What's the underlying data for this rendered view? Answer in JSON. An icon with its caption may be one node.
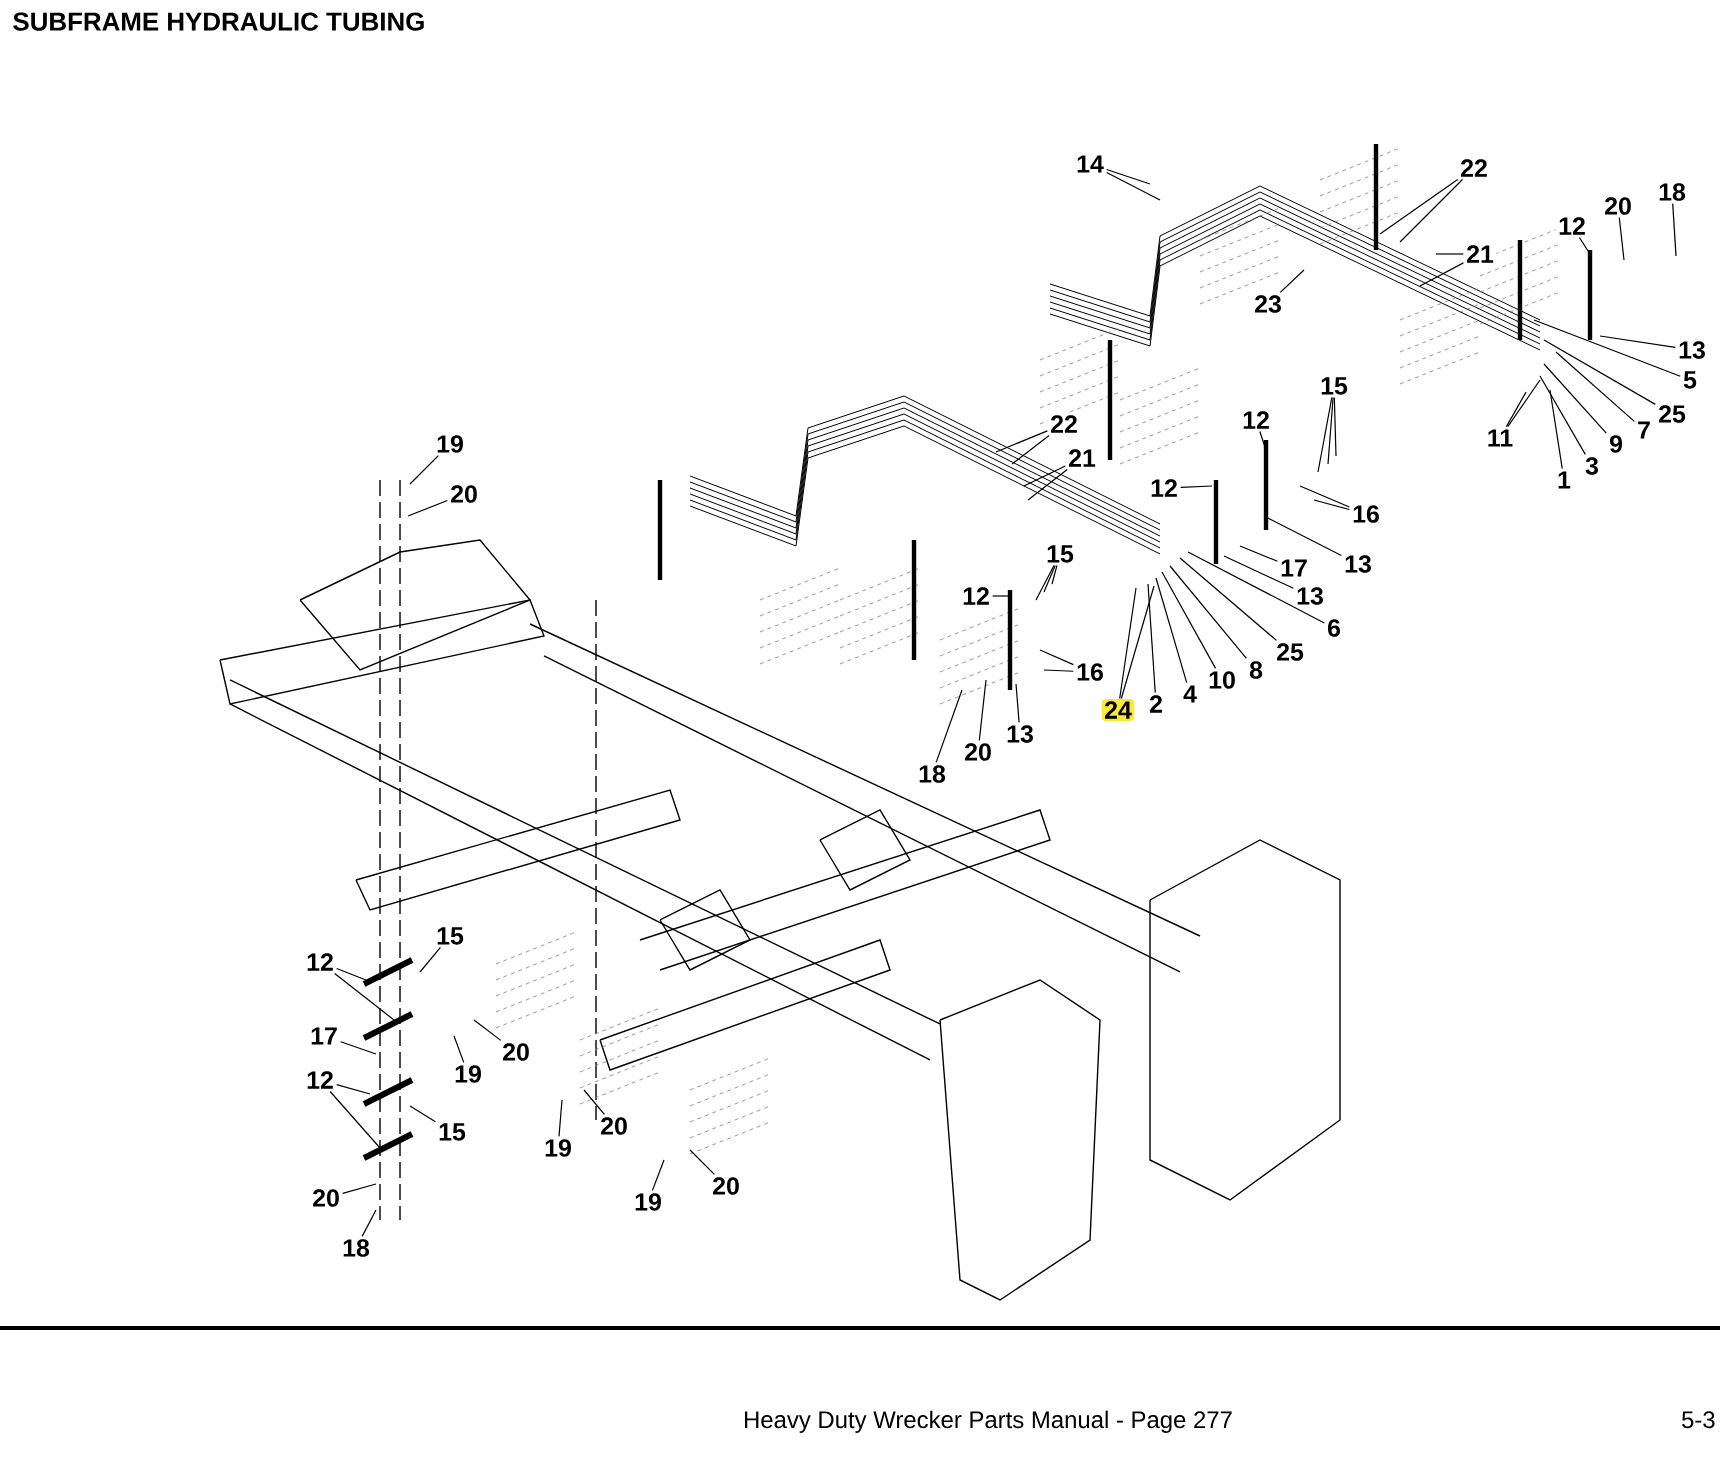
{
  "diagram": {
    "title": "SUBFRAME HYDRAULIC TUBING",
    "nodes": [
      {
        "text": [
          "14"
        ]
      },
      {
        "text": [
          "22"
        ]
      },
      {
        "text": [
          "18"
        ]
      },
      {
        "text": [
          "20"
        ]
      },
      {
        "text": [
          "12"
        ]
      },
      {
        "text": [
          "21"
        ]
      },
      {
        "text": [
          "23"
        ]
      },
      {
        "text": [
          "13"
        ]
      },
      {
        "text": [
          "5"
        ]
      },
      {
        "text": [
          "15"
        ]
      },
      {
        "text": [
          "25"
        ]
      },
      {
        "text": [
          "12"
        ]
      },
      {
        "text": [
          "22"
        ]
      },
      {
        "text": [
          "7"
        ]
      },
      {
        "text": [
          "11"
        ]
      },
      {
        "text": [
          "9"
        ]
      },
      {
        "text": [
          "21"
        ]
      },
      {
        "text": [
          "3"
        ]
      },
      {
        "text": [
          "1"
        ]
      },
      {
        "text": [
          "12"
        ]
      },
      {
        "text": [
          "16"
        ]
      },
      {
        "text": [
          "19"
        ]
      },
      {
        "text": [
          "20"
        ]
      },
      {
        "text": [
          "15"
        ]
      },
      {
        "text": [
          "17"
        ]
      },
      {
        "text": [
          "13"
        ]
      },
      {
        "text": [
          "12"
        ]
      },
      {
        "text": [
          "13"
        ]
      },
      {
        "text": [
          "6"
        ]
      },
      {
        "text": [
          "25"
        ]
      },
      {
        "text": [
          "16"
        ]
      },
      {
        "text": [
          "8"
        ]
      },
      {
        "text": [
          "10"
        ]
      },
      {
        "text": [
          "4"
        ]
      },
      {
        "text": [
          "2"
        ]
      },
      {
        "text": [
          "24"
        ]
      },
      {
        "text": [
          "13"
        ]
      },
      {
        "text": [
          "20"
        ]
      },
      {
        "text": [
          "18"
        ]
      },
      {
        "text": [
          "15"
        ]
      },
      {
        "text": [
          "12"
        ]
      },
      {
        "text": [
          "17"
        ]
      },
      {
        "text": [
          "20"
        ]
      },
      {
        "text": [
          "19"
        ]
      },
      {
        "text": [
          "12"
        ]
      },
      {
        "text": [
          "20"
        ]
      },
      {
        "text": [
          "15"
        ]
      },
      {
        "text": [
          "19"
        ]
      },
      {
        "text": [
          "20"
        ]
      },
      {
        "text": [
          "20"
        ]
      },
      {
        "text": [
          "19"
        ]
      },
      {
        "text": [
          "18"
        ]
      }
    ],
    "edges": [
      {
        "from": 0,
        "to": null,
        "arrow": "none"
      },
      {
        "from": 0,
        "to": null,
        "arrow": "none"
      },
      {
        "from": 1,
        "to": null,
        "arrow": "none"
      },
      {
        "from": 1,
        "to": null,
        "arrow": "none"
      },
      {
        "from": 2,
        "to": null,
        "arrow": "none"
      },
      {
        "from": 3,
        "to": null,
        "arrow": "none"
      },
      {
        "from": 4,
        "to": null,
        "arrow": "none"
      },
      {
        "from": 5,
        "to": null,
        "arrow": "none"
      },
      {
        "from": 5,
        "to": null,
        "arrow": "none"
      },
      {
        "from": 6,
        "to": null,
        "arrow": "none"
      },
      {
        "from": 7,
        "to": null,
        "arrow": "none"
      },
      {
        "from": 8,
        "to": null,
        "arrow": "none"
      },
      {
        "from": 9,
        "to": null,
        "arrow": "none"
      },
      {
        "from": 9,
        "to": null,
        "arrow": "none"
      },
      {
        "from": 9,
        "to": null,
        "arrow": "none"
      },
      {
        "from": 10,
        "to": null,
        "arrow": "none"
      },
      {
        "from": 11,
        "to": null,
        "arrow": "none"
      },
      {
        "from": 12,
        "to": null,
        "arrow": "none"
      },
      {
        "from": 12,
        "to": null,
        "arrow": "none"
      },
      {
        "from": 13,
        "to": null,
        "arrow": "none"
      },
      {
        "from": 14,
        "to": null,
        "arrow": "none"
      },
      {
        "from": 14,
        "to": null,
        "arrow": "none"
      },
      {
        "from": 15,
        "to": null,
        "arrow": "none"
      },
      {
        "from": 16,
        "to": null,
        "arrow": "none"
      },
      {
        "from": 16,
        "to": null,
        "arrow": "none"
      },
      {
        "from": 17,
        "to": null,
        "arrow": "none"
      },
      {
        "from": 18,
        "to": null,
        "arrow": "none"
      },
      {
        "from": 19,
        "to": null,
        "arrow": "none"
      },
      {
        "from": 20,
        "to": null,
        "arrow": "none"
      },
      {
        "from": 20,
        "to": null,
        "arrow": "none"
      },
      {
        "from": 21,
        "to": null,
        "arrow": "none"
      },
      {
        "from": 22,
        "to": null,
        "arrow": "none"
      },
      {
        "from": 23,
        "to": null,
        "arrow": "none"
      },
      {
        "from": 23,
        "to": null,
        "arrow": "none"
      },
      {
        "from": 23,
        "to": null,
        "arrow": "none"
      },
      {
        "from": 24,
        "to": null,
        "arrow": "none"
      },
      {
        "from": 25,
        "to": null,
        "arrow": "none"
      },
      {
        "from": 26,
        "to": null,
        "arrow": "none"
      },
      {
        "from": 27,
        "to": null,
        "arrow": "none"
      },
      {
        "from": 28,
        "to": null,
        "arrow": "none"
      },
      {
        "from": 29,
        "to": null,
        "arrow": "none"
      },
      {
        "from": 30,
        "to": null,
        "arrow": "none"
      },
      {
        "from": 30,
        "to": null,
        "arrow": "none"
      },
      {
        "from": 31,
        "to": null,
        "arrow": "none"
      },
      {
        "from": 32,
        "to": null,
        "arrow": "none"
      },
      {
        "from": 33,
        "to": null,
        "arrow": "none"
      },
      {
        "from": 34,
        "to": null,
        "arrow": "none"
      },
      {
        "from": 35,
        "to": null,
        "arrow": "none"
      },
      {
        "from": 35,
        "to": null,
        "arrow": "none"
      },
      {
        "from": 36,
        "to": null,
        "arrow": "none"
      },
      {
        "from": 37,
        "to": null,
        "arrow": "none"
      },
      {
        "from": 38,
        "to": null,
        "arrow": "none"
      },
      {
        "from": 39,
        "to": null,
        "arrow": "none"
      },
      {
        "from": 40,
        "to": null,
        "arrow": "none"
      },
      {
        "from": 40,
        "to": null,
        "arrow": "none"
      },
      {
        "from": 41,
        "to": null,
        "arrow": "none"
      },
      {
        "from": 42,
        "to": null,
        "arrow": "none"
      },
      {
        "from": 43,
        "to": null,
        "arrow": "none"
      },
      {
        "from": 44,
        "to": null,
        "arrow": "none"
      },
      {
        "from": 44,
        "to": null,
        "arrow": "none"
      },
      {
        "from": 45,
        "to": null,
        "arrow": "none"
      },
      {
        "from": 46,
        "to": null,
        "arrow": "none"
      },
      {
        "from": 47,
        "to": null,
        "arrow": "none"
      },
      {
        "from": 48,
        "to": null,
        "arrow": "none"
      },
      {
        "from": 49,
        "to": null,
        "arrow": "none"
      },
      {
        "from": 50,
        "to": null,
        "arrow": "none"
      },
      {
        "from": 51,
        "to": null,
        "arrow": "none"
      }
    ],
    "labels": [
      "Heavy Duty Wrecker Parts Manual - Page 277",
      "5-3"
    ]
  }
}
